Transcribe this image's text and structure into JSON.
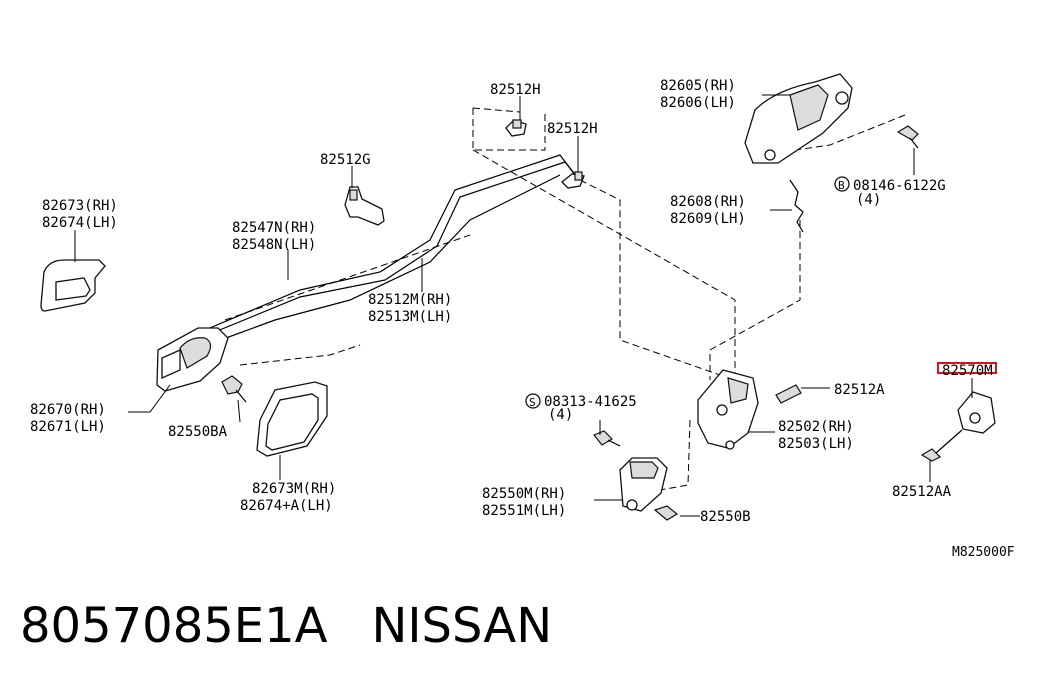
{
  "diagram": {
    "labels": {
      "p82512h_top": "82512H",
      "p82512h_right": "82512H",
      "p82512g": "82512G",
      "p82605": "82605(RH)",
      "p82606": "82606(LH)",
      "p82673": "82673(RH)",
      "p82674": "82674(LH)",
      "p82547n": "82547N(RH)",
      "p82548n": "82548N(LH)",
      "p82512m": "82512M(RH)",
      "p82513m": "82513M(LH)",
      "p82608": "82608(RH)",
      "p82609": "82609(LH)",
      "p08146": "08146-6122G",
      "p08146_qty": "(4)",
      "p82670": "82670(RH)",
      "p82671": "82671(LH)",
      "p82550ba": "82550BA",
      "p82673m": "82673M(RH)",
      "p82674a": "82674+A(LH)",
      "p08313": "08313-41625",
      "p08313_qty": "(4)",
      "p82512a": "82512A",
      "p82502": "82502(RH)",
      "p82503": "82503(LH)",
      "p82570m": "82570M",
      "p82512aa": "82512AA",
      "p82550m": "82550M(RH)",
      "p82551m": "82551M(LH)",
      "p82550b": "82550B",
      "figure_code": "M825000F",
      "bolt_symbol_b": "B",
      "bolt_symbol_s": "S"
    },
    "highlight_color": "#e0101a"
  },
  "footer": {
    "part_number": "8057085E1A",
    "brand": "NISSAN"
  }
}
